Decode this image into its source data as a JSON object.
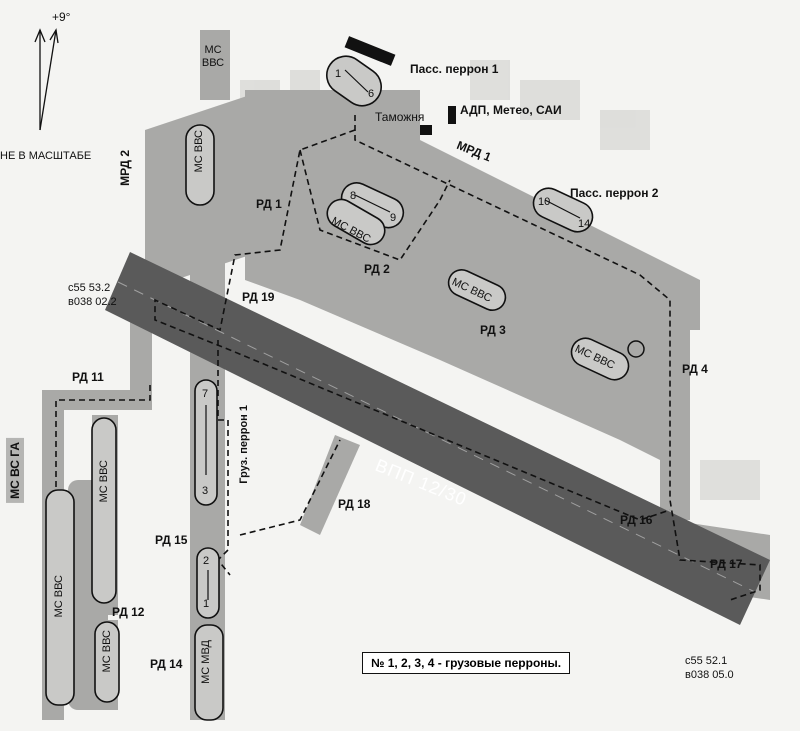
{
  "north": {
    "angle": "+9°",
    "scale_note": "НЕ В МАСШТАБЕ"
  },
  "labels": {
    "ms_vvs_top": "МС ВВС",
    "mrd2": "МРД 2",
    "mrd1": "МРД 1",
    "pass_perron_1": "Пасс. перрон 1",
    "pass_perron_2": "Пасс. перрон 2",
    "customs": "Таможня",
    "adp": "АДП, Метео, САИ",
    "rd1": "РД 1",
    "rd2": "РД 2",
    "rd3": "РД 3",
    "rd4": "РД 4",
    "rd11": "РД 11",
    "rd12": "РД 12",
    "rd14": "РД 14",
    "rd15": "РД 15",
    "rd16": "РД 16",
    "rd17": "РД 17",
    "rd18": "РД 18",
    "rd19": "РД 19",
    "gruz_perron_1": "Груз. перрон 1",
    "ms_vs_ga": "МС ВС ГА",
    "runway": "ВПП 12/30",
    "ms_vvs": "МС ВВС",
    "ms_mvd": "МС МВД",
    "cargo_note": "№ 1, 2, 3, 4 - грузовые перроны."
  },
  "coords": {
    "nw_lat": "с55 53.2",
    "nw_lon": "в038 02.2",
    "se_lat": "с55 52.1",
    "se_lon": "в038 05.0"
  },
  "stand_numbers": [
    "1",
    "6",
    "8",
    "9",
    "10",
    "14",
    "7",
    "3",
    "2",
    "1"
  ],
  "colors": {
    "pavement": "#a9a9a7",
    "runway": "#5a5a5a",
    "paper": "#f4f4f2",
    "ink": "#111111"
  }
}
